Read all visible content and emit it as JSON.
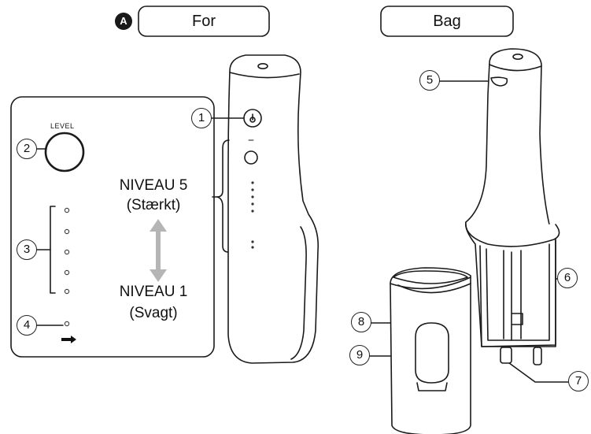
{
  "section_badge": "A",
  "tabs": {
    "front": "For",
    "back": "Bag"
  },
  "panel": {
    "level_button_label": "LEVEL",
    "level_max": "NIVEAU 5",
    "level_max_desc": "(Stærkt)",
    "level_min": "NIVEAU 1",
    "level_min_desc": "(Svagt)"
  },
  "callouts": [
    "1",
    "2",
    "3",
    "4",
    "5",
    "6",
    "7",
    "8",
    "9"
  ],
  "colors": {
    "line": "#1a1a1a",
    "arrow": "#b5b5b5",
    "fill": "#ffffff"
  }
}
